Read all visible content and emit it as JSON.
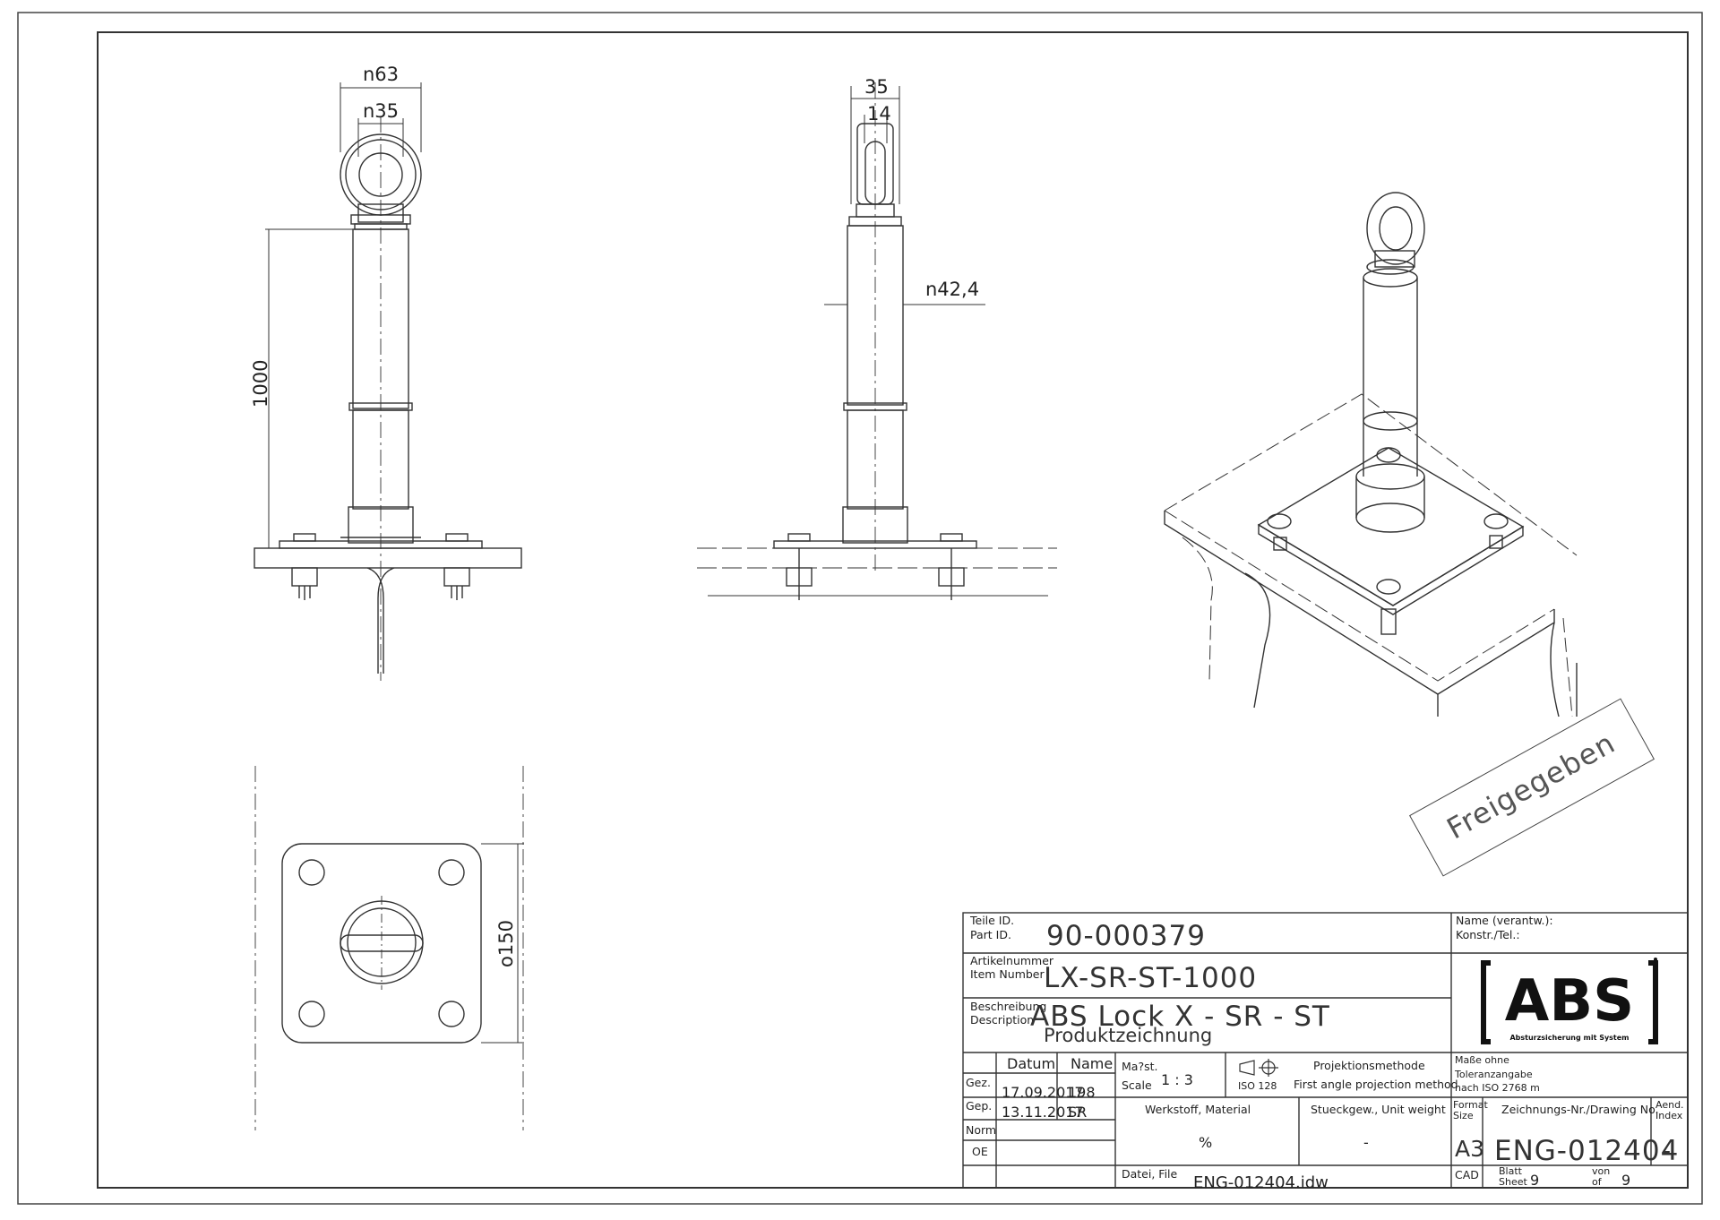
{
  "dimensions": {
    "front_outer_dia": "n63",
    "front_inner_dia": "n35",
    "height": "1000",
    "side_width": "35",
    "side_inner": "14",
    "tube_dia": "n42,4",
    "plate_size": "o150"
  },
  "stamp": {
    "text": "Freigegeben"
  },
  "titleblock": {
    "part_id_label_de": "Teile ID.",
    "part_id_label_en": "Part ID.",
    "part_id": "90-000379",
    "item_label_de": "Artikelnummer",
    "item_label_en": "Item Number",
    "item_number": "LX-SR-ST-1000",
    "desc_label_de": "Beschreibung",
    "desc_label_en": "Description",
    "description": "ABS Lock X - SR - ST",
    "description_sub": "Produktzeichnung",
    "responsible_label_de": "Name (verantw.):",
    "responsible_label_en": "Konstr./Tel.:",
    "logo_text": "ABS",
    "logo_tagline": "Absturzsicherung mit System",
    "col_datum": "Datum",
    "col_name": "Name",
    "row_gez": "Gez.",
    "row_gep": "Gep.",
    "row_norm": "Norm",
    "row_oe": "OE",
    "gez_date": "17.09.2017",
    "gez_name": "198",
    "gep_date": "13.11.2017",
    "gep_name": "SR",
    "scale_label_de": "Ma?st.",
    "scale_label_en": "Scale",
    "scale_value": "1 : 3",
    "iso_label": "ISO 128",
    "projection_label": "Projektionsmethode",
    "projection_value": "First angle projection method",
    "tolerance_line1": "Maße ohne",
    "tolerance_line2": "Toleranzangabe",
    "tolerance_line3": "nach ISO 2768 m",
    "material_label": "Werkstoff, Material",
    "material_value": "%",
    "weight_label": "Stueckgew., Unit weight",
    "weight_value": "-",
    "format_label_de": "Format",
    "format_label_en": "Size",
    "format_value": "A3",
    "drawing_no_label": "Zeichnungs-Nr./Drawing No.",
    "drawing_no": "ENG-012404",
    "index_label_de": "Aend.",
    "index_label_en": "Index",
    "index_value": "-",
    "file_label": "Datei, File",
    "file_value": "ENG-012404.idw",
    "cad_label": "CAD",
    "sheet_label_de": "Blatt",
    "sheet_label_en": "Sheet",
    "sheet_value": "9",
    "of_label_de": "von",
    "of_label_en": "of",
    "of_value": "9"
  }
}
